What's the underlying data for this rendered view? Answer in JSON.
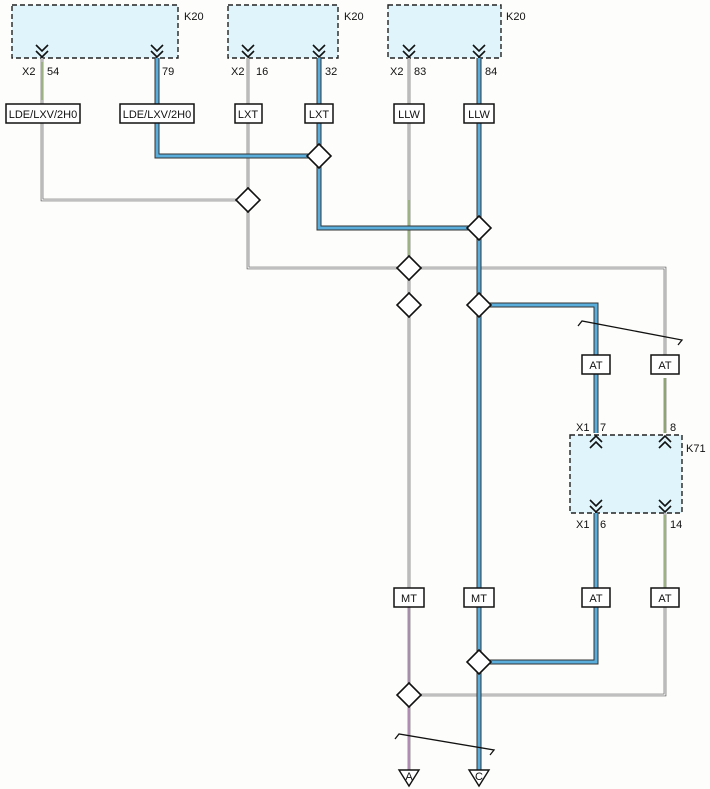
{
  "modules": {
    "k20_left": "K20",
    "k20_mid": "K20",
    "k20_right": "K20",
    "k71": "K71"
  },
  "connectors": {
    "x2_a": "X2",
    "x2_b": "X2",
    "x2_c": "X2",
    "x1_top": "X1",
    "x1_bottom": "X1"
  },
  "pins": {
    "p54": "54",
    "p79": "79",
    "p16": "16",
    "p32": "32",
    "p83": "83",
    "p84": "84",
    "p7": "7",
    "p8": "8",
    "p6": "6",
    "p14": "14"
  },
  "wire_labels": {
    "w1": "LDE/LXV/2H0",
    "w2": "LDE/LXV/2H0",
    "w3": "LXT",
    "w4": "LXT",
    "w5": "LLW",
    "w6": "LLW",
    "at1": "AT",
    "at2": "AT",
    "at3": "AT",
    "at4": "AT",
    "mt1": "MT",
    "mt2": "MT"
  },
  "outputs": {
    "a": "A",
    "c": "C"
  },
  "colors": {
    "blue_wire": "#5aaedc",
    "wire_outline": "#444444",
    "module_fill": "#dff4fb",
    "yellow_green_wire": "#b6d98a",
    "violet_wire": "#d9a0e0"
  }
}
